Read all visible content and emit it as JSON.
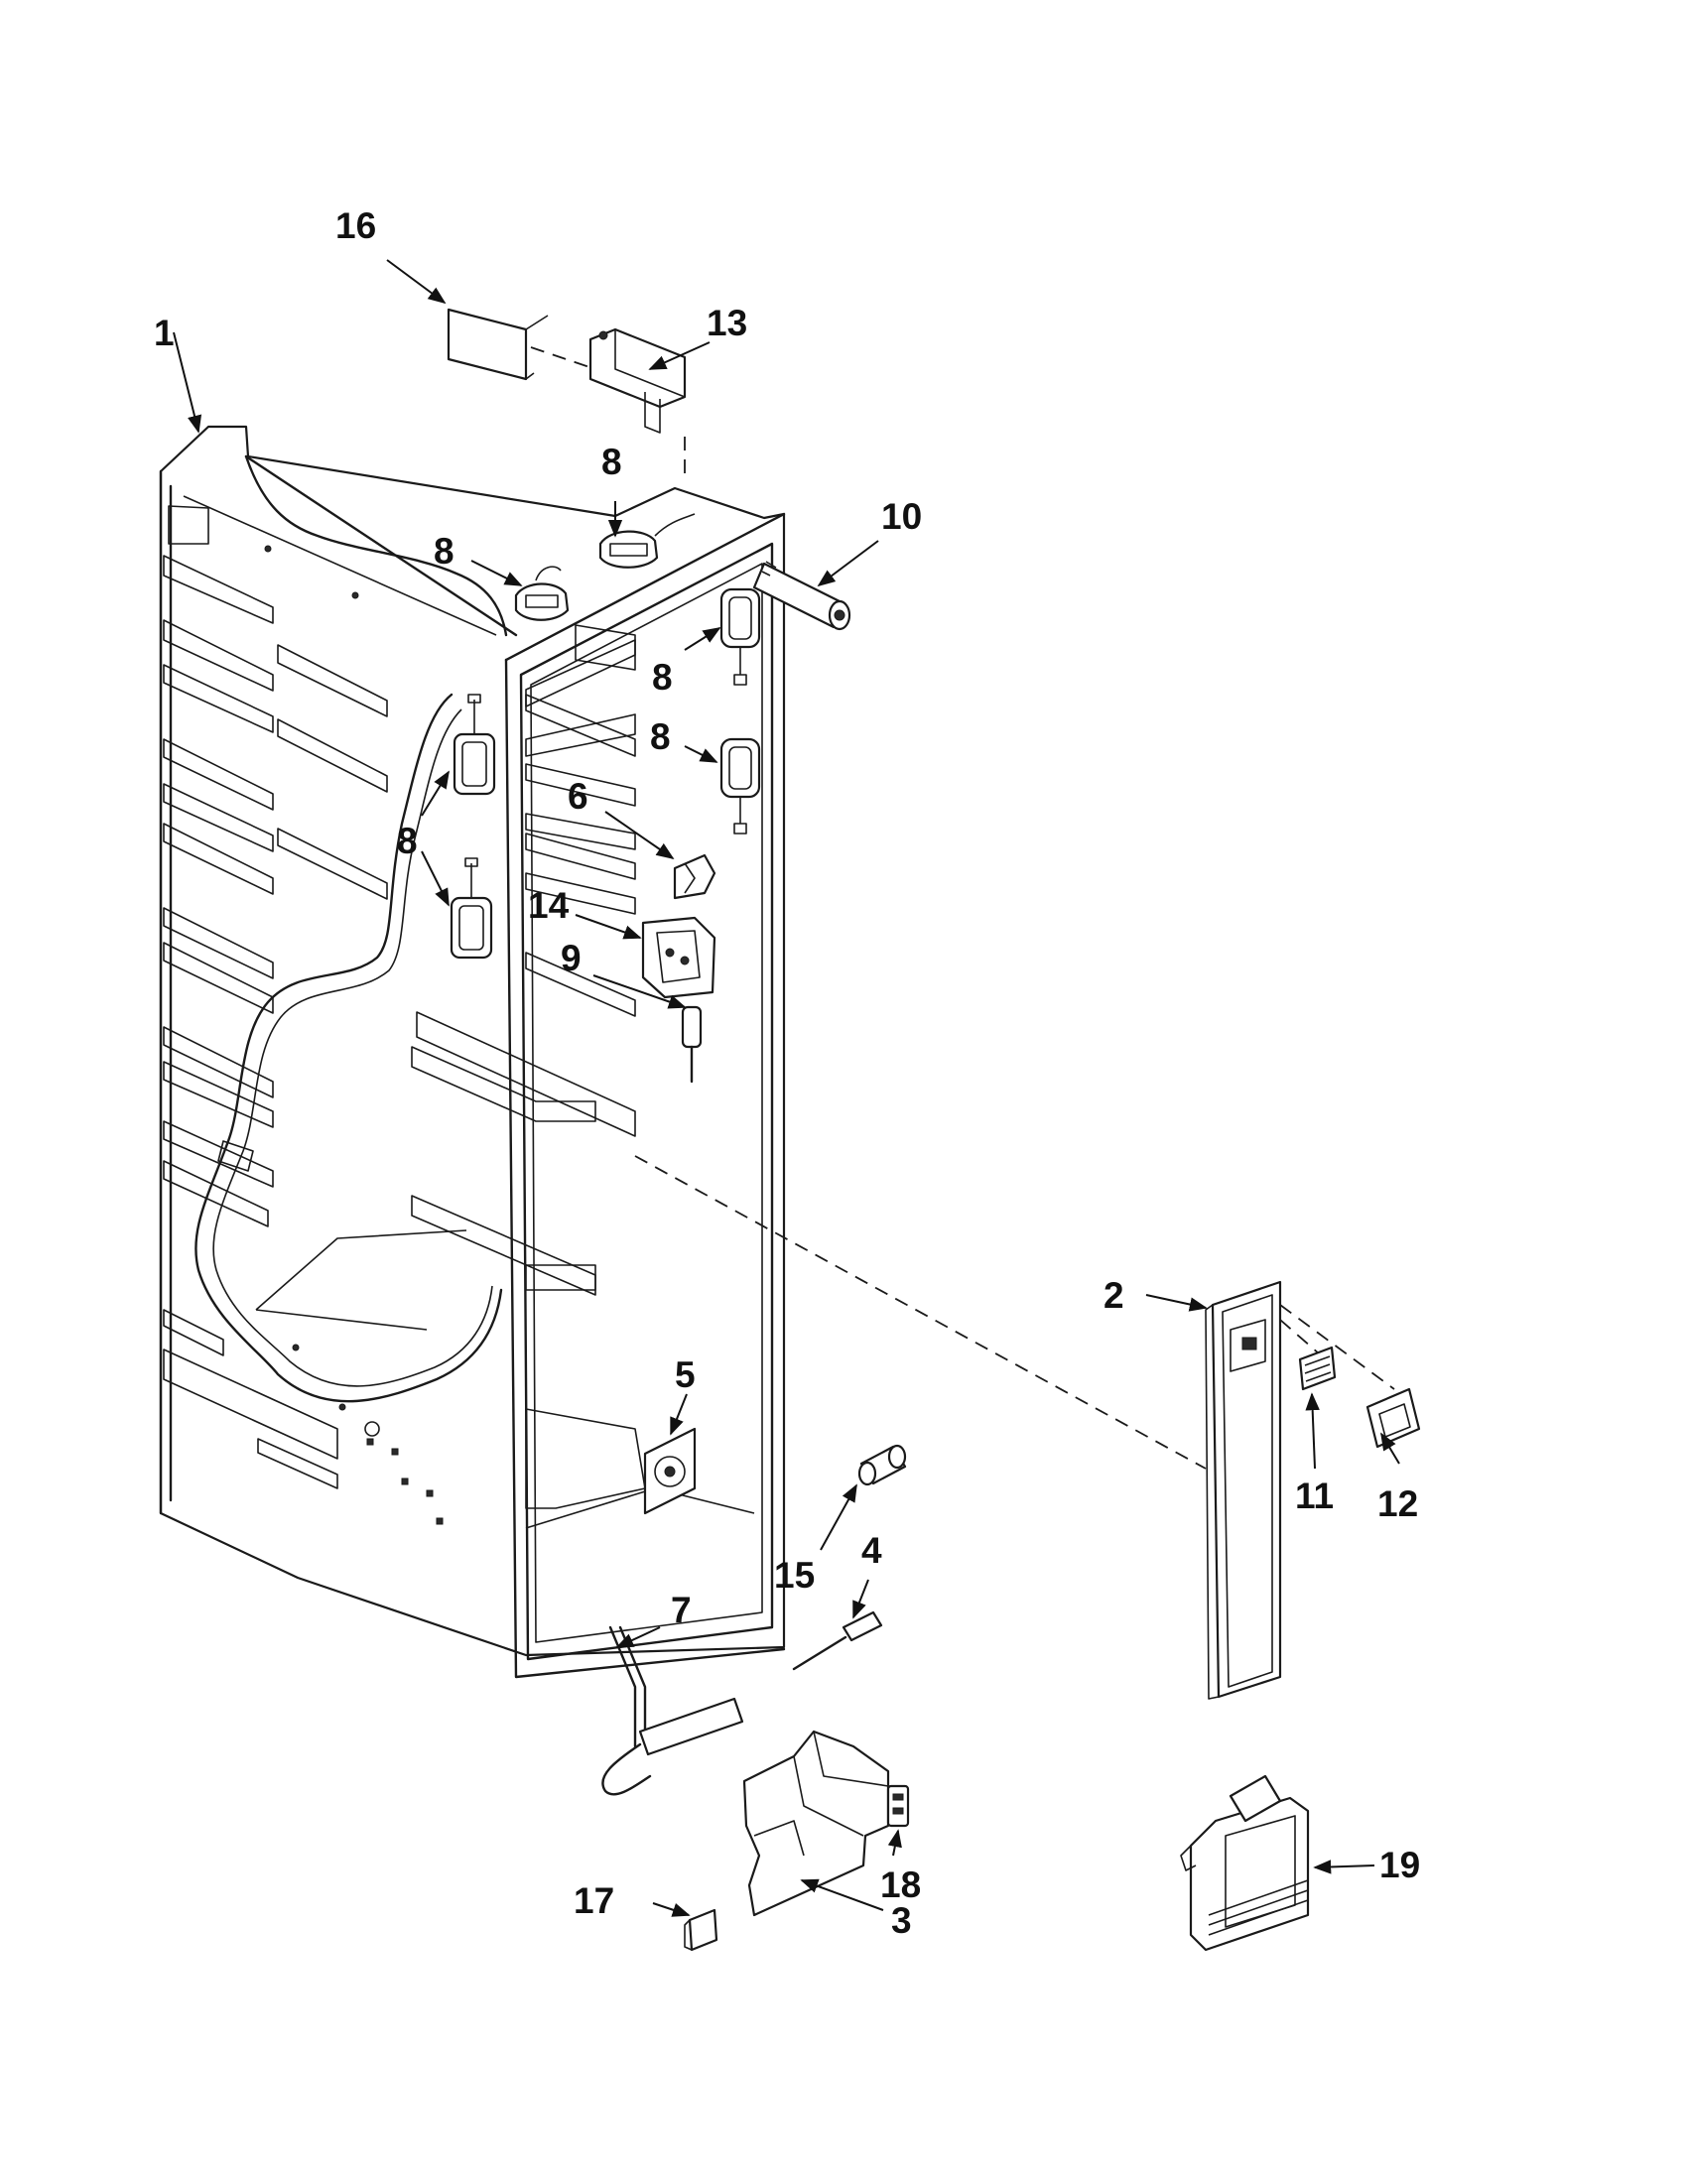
{
  "callouts": {
    "c1": "1",
    "c2": "2",
    "c3": "3",
    "c4": "4",
    "c5": "5",
    "c6": "6",
    "c7": "7",
    "c8a": "8",
    "c8b": "8",
    "c8c": "8",
    "c8d": "8",
    "c8e": "8",
    "c9": "9",
    "c10": "10",
    "c11": "11",
    "c12": "12",
    "c13": "13",
    "c14": "14",
    "c15": "15",
    "c16": "16",
    "c17": "17",
    "c18": "18",
    "c19": "19"
  },
  "colors": {
    "ink": "#1a1a1a",
    "background": "#ffffff"
  }
}
